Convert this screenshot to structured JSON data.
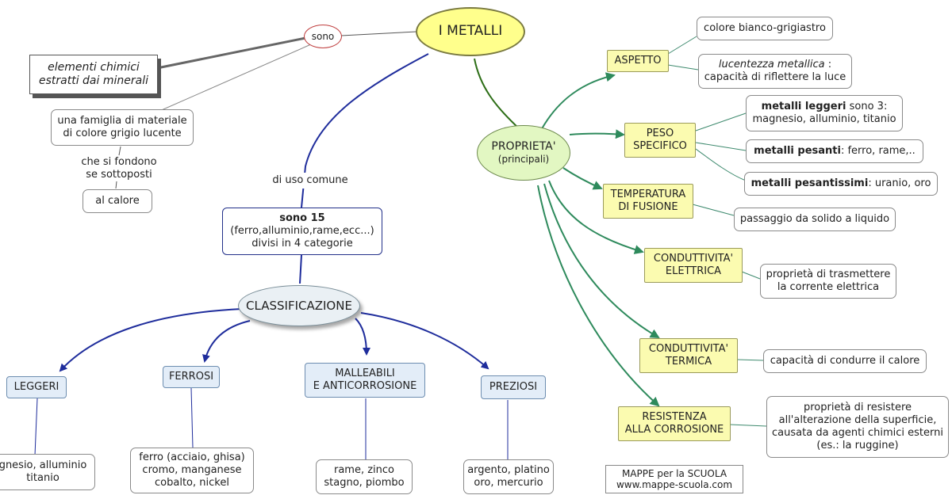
{
  "main": {
    "title": "I METALLI"
  },
  "sono_link": "sono",
  "elementi": [
    "elementi chimici",
    "estratti dai minerali"
  ],
  "famiglia": [
    "una famiglia di materiale",
    "di colore grigio lucente"
  ],
  "fondono": [
    "che si fondono",
    "se sottoposti"
  ],
  "calore": "al calore",
  "uso_comune": "di uso comune",
  "sono15": {
    "bold": "sono 15",
    "line2": "(ferro,alluminio,rame,ecc...)",
    "line3": "divisi in 4 categorie"
  },
  "classificazione": "CLASSIFICAZIONE",
  "categories": {
    "leggeri": "LEGGERI",
    "ferrosi": "FERROSI",
    "malleabili": [
      "MALLEABILI",
      "E ANTICORROSIONE"
    ],
    "preziosi": "PREZIOSI"
  },
  "examples": {
    "leggeri": [
      "gnesio, alluminio",
      "titanio"
    ],
    "ferrosi": [
      "ferro (acciaio, ghisa)",
      "cromo, manganese",
      "cobalto, nickel"
    ],
    "malleabili": [
      "rame, zinco",
      "stagno, piombo"
    ],
    "preziosi": [
      "argento, platino",
      "oro, mercurio"
    ]
  },
  "proprieta": {
    "title": "PROPRIETA'",
    "subtitle": "(principali)"
  },
  "aspetto": "ASPETTO",
  "colore": "colore bianco-grigiastro",
  "lucentezza": {
    "italic": "lucentezza metallica",
    "rest": " :",
    "line2": "capacità di riflettere la luce"
  },
  "peso": [
    "PESO",
    "SPECIFICO"
  ],
  "leggeri_info": {
    "bold": "metalli leggeri",
    "rest": " sono 3:",
    "line2": "magnesio, alluminio, titanio"
  },
  "pesanti_info": {
    "bold": "metalli pesanti",
    "rest": ": ferro, rame,.."
  },
  "pesantissimi_info": {
    "bold": "metalli pesantissimi",
    "rest": ": uranio, oro"
  },
  "temperatura": [
    "TEMPERATURA",
    "DI FUSIONE"
  ],
  "passaggio": "passaggio da solido a liquido",
  "cond_elettrica": [
    "CONDUTTIVITA'",
    "ELETTRICA"
  ],
  "trasmettere": [
    "proprietà di trasmettere",
    "la corrente elettrica"
  ],
  "cond_termica": [
    "CONDUTTIVITA'",
    "TERMICA"
  ],
  "condurre": "capacità di condurre il calore",
  "resistenza": [
    "RESISTENZA",
    "ALLA CORROSIONE"
  ],
  "resistere": [
    "proprietà di resistere",
    "all'alterazione della superficie,",
    "causata da agenti chimici esterni",
    "(es.: la ruggine)"
  ],
  "credit": [
    "MAPPE per la SCUOLA",
    "www.mappe-scuola.com"
  ],
  "colors": {
    "navy": "#1f2d9c",
    "green_link": "#2e8a5c",
    "dark_green": "#2d6e17",
    "gray": "#555555"
  }
}
